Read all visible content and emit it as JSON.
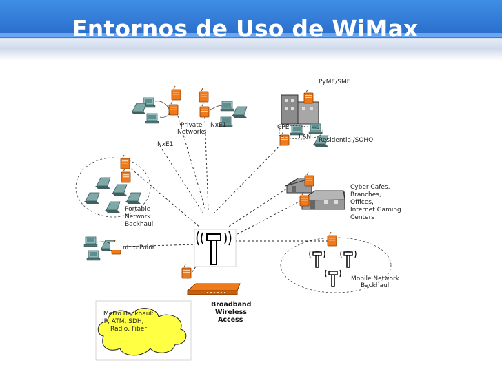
{
  "title": "Entornos de Uso de WiMax",
  "labels": {
    "pyme": "PyME/SME",
    "cpe": "CPE",
    "lan": "LAN",
    "residential": "Residential/SOHO",
    "private_networks_1": "Private",
    "private_networks_2": "Networks",
    "nxe1_top": "NxE1",
    "nxe1_left": "NxE1",
    "cyber_1": "Cyber Cafes,",
    "cyber_2": "Branches,",
    "cyber_3": "Offices,",
    "cyber_4": "Internet Gaming",
    "cyber_5": "Centers",
    "portable_1": "Portable",
    "portable_2": "Network",
    "portable_3": "Backhaul",
    "point_to_point": "nt to Point",
    "mobile_1": "Mobile Network",
    "mobile_2": "Backhaul",
    "bwa_1": "Broadband",
    "bwa_2": "Wireless",
    "bwa_3": "Access",
    "metro_1": "Metro Backhaul:",
    "metro_2": "IP, ATM, SDH,",
    "metro_3": "Radio, Fiber"
  },
  "colors": {
    "header_blue": "#2a6fcc",
    "cpe_orange": "#f07a1a",
    "cloud_yellow": "#ffff44",
    "pc_teal": "#6f9fa0"
  }
}
